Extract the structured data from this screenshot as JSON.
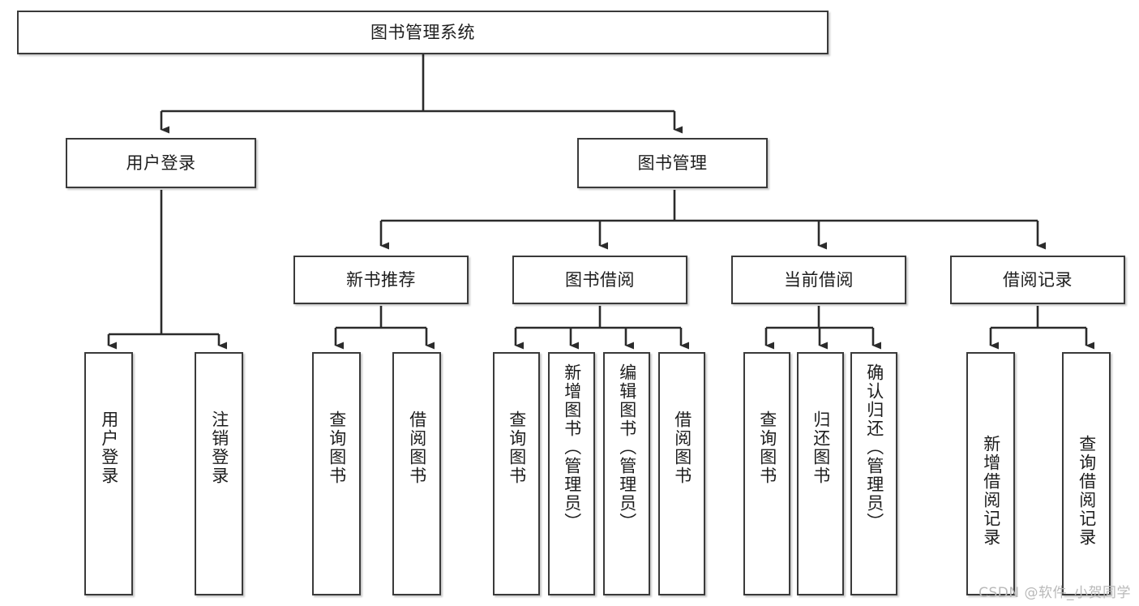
{
  "diagram": {
    "title": "图书管理系统",
    "type": "tree-hierarchy-chart",
    "watermark": "CSDN @软件_小贺同学",
    "colors": {
      "box_border": "#3a3a3a",
      "box_fill": "#ffffff",
      "edge": "#2b2b2b",
      "text": "#1d1d1d",
      "watermark": "#b9b9b9",
      "background": "#ffffff"
    },
    "nodes": {
      "root": {
        "label": "图书管理系统"
      },
      "level2": [
        {
          "id": "user-login",
          "label": "用户登录"
        },
        {
          "id": "book-management",
          "label": "图书管理"
        }
      ],
      "level3": [
        {
          "id": "new-book-recommend",
          "label": "新书推荐"
        },
        {
          "id": "book-borrow",
          "label": "图书借阅"
        },
        {
          "id": "current-borrow",
          "label": "当前借阅"
        },
        {
          "id": "borrow-record",
          "label": "借阅记录"
        }
      ],
      "leaves": {
        "user-login": [
          {
            "id": "leaf-user-login",
            "label": "用户登录"
          },
          {
            "id": "leaf-logout-login",
            "label": "注销登录"
          }
        ],
        "new-book-recommend": [
          {
            "id": "leaf-query-book-1",
            "label": "查询图书"
          },
          {
            "id": "leaf-borrow-book-1",
            "label": "借阅图书"
          }
        ],
        "book-borrow": [
          {
            "id": "leaf-query-book-2",
            "label": "查询图书"
          },
          {
            "id": "leaf-add-book-admin",
            "label": "新增图书（管理员）"
          },
          {
            "id": "leaf-edit-book-admin",
            "label": "编辑图书（管理员）"
          },
          {
            "id": "leaf-borrow-book-2",
            "label": "借阅图书"
          }
        ],
        "current-borrow": [
          {
            "id": "leaf-query-book-3",
            "label": "查询图书"
          },
          {
            "id": "leaf-return-book",
            "label": "归还图书"
          },
          {
            "id": "leaf-confirm-return-admin",
            "label": "确认归还（管理员）"
          }
        ],
        "borrow-record": [
          {
            "id": "leaf-add-borrow-record",
            "label": "新增借阅记录"
          },
          {
            "id": "leaf-query-borrow-record",
            "label": "查询借阅记录"
          }
        ]
      }
    }
  }
}
